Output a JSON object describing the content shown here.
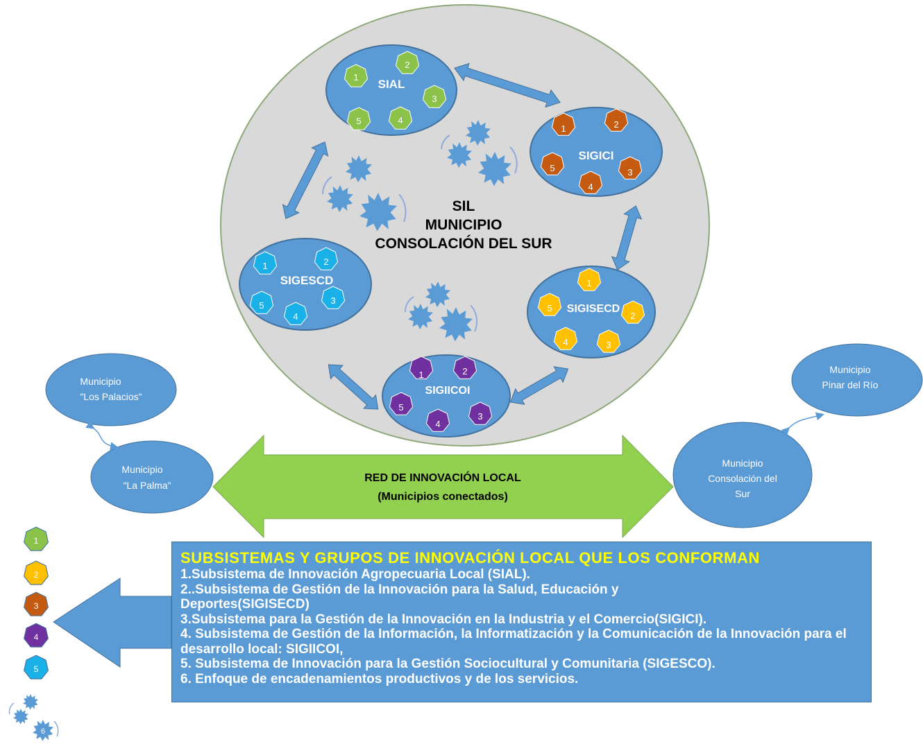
{
  "center": {
    "line1": "SIL",
    "line2": "MUNICIPIO",
    "line3": "CONSOLACIÓN DEL SUR"
  },
  "subsystems": {
    "sial": {
      "label": "SIAL",
      "color": "#8bc34a",
      "numbers": [
        "1",
        "2",
        "3",
        "4",
        "5"
      ]
    },
    "sigici": {
      "label": "SIGICI",
      "color": "#c55a11",
      "numbers": [
        "1",
        "2",
        "3",
        "4",
        "5"
      ]
    },
    "sigesc": {
      "label": "SIGESCD",
      "color": "#1ab0e8",
      "numbers": [
        "1",
        "2",
        "3",
        "4",
        "5"
      ]
    },
    "sigisecd": {
      "label": "SIGISECD",
      "color": "#ffc000",
      "numbers": [
        "1",
        "2",
        "3",
        "4",
        "5"
      ]
    },
    "sigiicoi": {
      "label": "SIGIICOI",
      "color": "#7030a0",
      "numbers": [
        "1",
        "2",
        "3",
        "4",
        "5"
      ]
    }
  },
  "municipios": {
    "los_palacios": {
      "line1": "Municipio",
      "line2": "\"Los Palacios\""
    },
    "la_palma": {
      "line1": "Municipio",
      "line2": "\"La Palma\""
    },
    "pinar": {
      "line1": "Municipio",
      "line2": "Pinar del Río"
    },
    "consolacion": {
      "line1": "Municipio",
      "line2": "Consolación del",
      "line3": "Sur"
    }
  },
  "red": {
    "line1": "RED DE INNOVACIÓN LOCAL",
    "line2": "(Municipios conectados)"
  },
  "legend_icons": [
    "1",
    "2",
    "3",
    "4",
    "5",
    "6"
  ],
  "legend": {
    "title": "SUBSISTEMAS  Y GRUPOS DE INNOVACIÓN  LOCAL QUE LOS CONFORMAN",
    "items": [
      "1.Subsistema de Innovación Agropecuaria Local (SIAL).",
      "2..Subsistema de Gestión de la Innovación para la Salud, Educación y Deportes(SIGISECD)",
      "3.Subsistema para la Gestión de la Innovación  en la Industria y el Comercio(SIGICI).",
      "4. Subsistema de Gestión de la Información, la Informatización y la Comunicación de la Innovación para el desarrollo local: SIGIICOI,",
      "5. Subsistema de Innovación para la Gestión Sociocultural y Comunitaria (SIGESCO).",
      "6. Enfoque de encadenamientos productivos  y de los servicios."
    ]
  },
  "colors": {
    "big_circle": "#d9d9d9",
    "blue": "#5b9bd5",
    "green_arrow": "#92d050",
    "legend_title": "#ffff00"
  }
}
